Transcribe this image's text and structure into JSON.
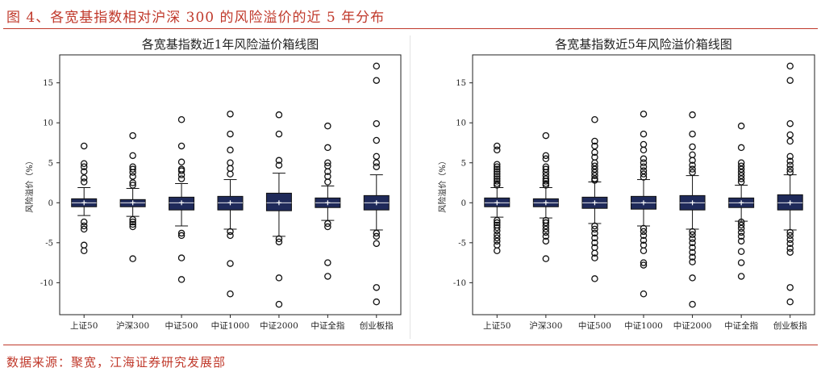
{
  "figure_title": "图 4、各宽基指数相对沪深 300 的风险溢价的近 5 年分布",
  "source": "数据来源：聚宽，江海证券研究发展部",
  "colors": {
    "box_fill": "#1f2a5a",
    "accent": "#c0392b"
  },
  "chart_data": [
    {
      "type": "box",
      "title": "各宽基指数近1年风险溢价箱线图",
      "ylabel": "风险溢价（%）",
      "xlabel": "",
      "ylim": [
        -14,
        18.5
      ],
      "yticks": [
        -10,
        -5,
        0,
        5,
        10,
        15
      ],
      "categories": [
        "上证50",
        "沪深300",
        "中证500",
        "中证1000",
        "中证2000",
        "中证全指",
        "创业板指"
      ],
      "boxes": [
        {
          "whislo": -1.6,
          "q1": -0.5,
          "med": 0.0,
          "q3": 0.5,
          "whishi": 1.9,
          "mean": 0.0,
          "fliers": [
            7.1,
            4.9,
            4.5,
            3.9,
            3.1,
            2.6,
            -2.4,
            -2.9,
            -3.3,
            -5.3,
            -6.0
          ]
        },
        {
          "whislo": -1.7,
          "q1": -0.5,
          "med": 0.0,
          "q3": 0.4,
          "whishi": 1.8,
          "mean": 0.0,
          "fliers": [
            8.4,
            5.9,
            4.5,
            4.2,
            3.8,
            3.3,
            2.5,
            2.2,
            -2.1,
            -2.4,
            -2.7,
            -3.0,
            -7.0
          ]
        },
        {
          "whislo": -2.9,
          "q1": -0.9,
          "med": 0.0,
          "q3": 0.7,
          "whishi": 2.4,
          "mean": 0.0,
          "fliers": [
            10.4,
            7.1,
            5.1,
            4.2,
            4.0,
            3.5,
            3.0,
            -3.8,
            -4.1,
            -6.9,
            -9.6
          ]
        },
        {
          "whislo": -3.3,
          "q1": -0.9,
          "med": 0.0,
          "q3": 0.8,
          "whishi": 2.9,
          "mean": 0.0,
          "fliers": [
            11.1,
            8.6,
            6.6,
            5.0,
            4.3,
            3.6,
            -3.6,
            -4.1,
            -7.6,
            -11.4
          ]
        },
        {
          "whislo": -4.2,
          "q1": -1.0,
          "med": 0.0,
          "q3": 1.2,
          "whishi": 3.7,
          "mean": 0.0,
          "fliers": [
            11.0,
            8.6,
            5.3,
            4.7,
            -4.5,
            -4.9,
            -9.4,
            -12.7
          ]
        },
        {
          "whislo": -2.2,
          "q1": -0.6,
          "med": 0.0,
          "q3": 0.6,
          "whishi": 2.1,
          "mean": 0.0,
          "fliers": [
            9.6,
            6.9,
            5.0,
            4.6,
            3.9,
            3.3,
            2.6,
            -2.6,
            -3.0,
            -7.5,
            -9.2
          ]
        },
        {
          "whislo": -3.4,
          "q1": -0.9,
          "med": 0.0,
          "q3": 0.9,
          "whishi": 3.5,
          "mean": 0.0,
          "fliers": [
            17.1,
            15.3,
            9.9,
            7.8,
            5.8,
            5.0,
            4.5,
            -3.8,
            -4.2,
            -5.1,
            -10.6,
            -12.4
          ]
        }
      ]
    },
    {
      "type": "box",
      "title": "各宽基指数近5年风险溢价箱线图",
      "ylabel": "风险溢价（%）",
      "xlabel": "",
      "ylim": [
        -14,
        18.5
      ],
      "yticks": [
        -10,
        -5,
        0,
        5,
        10,
        15
      ],
      "categories": [
        "上证50",
        "沪深300",
        "中证500",
        "中证1000",
        "中证2000",
        "中证全指",
        "创业板指"
      ],
      "boxes": [
        {
          "whislo": -1.8,
          "q1": -0.5,
          "med": 0.0,
          "q3": 0.6,
          "whishi": 1.9,
          "mean": 0.0,
          "fliers": [
            7.1,
            6.6,
            4.8,
            4.5,
            4.2,
            3.9,
            3.6,
            3.3,
            3.0,
            2.7,
            2.4,
            2.2,
            -2.2,
            -2.5,
            -2.8,
            -3.1,
            -3.5,
            -4.0,
            -4.4,
            -4.8,
            -5.3,
            -6.0
          ]
        },
        {
          "whislo": -1.9,
          "q1": -0.5,
          "med": 0.0,
          "q3": 0.5,
          "whishi": 1.9,
          "mean": 0.0,
          "fliers": [
            8.4,
            5.9,
            5.5,
            4.5,
            4.2,
            3.8,
            3.4,
            3.0,
            2.7,
            2.4,
            2.2,
            -2.2,
            -2.5,
            -2.9,
            -3.3,
            -3.7,
            -4.2,
            -4.8,
            -7.0
          ]
        },
        {
          "whislo": -2.6,
          "q1": -0.7,
          "med": 0.0,
          "q3": 0.7,
          "whishi": 2.6,
          "mean": 0.0,
          "fliers": [
            10.4,
            7.7,
            7.1,
            6.3,
            5.7,
            5.0,
            4.6,
            4.2,
            3.8,
            3.4,
            3.0,
            2.8,
            -2.9,
            -3.3,
            -3.8,
            -4.4,
            -5.0,
            -5.6,
            -6.3,
            -6.9,
            -9.5
          ]
        },
        {
          "whislo": -2.9,
          "q1": -0.8,
          "med": 0.0,
          "q3": 0.8,
          "whishi": 2.9,
          "mean": 0.0,
          "fliers": [
            11.1,
            8.6,
            7.3,
            6.6,
            5.5,
            5.0,
            4.5,
            4.0,
            3.6,
            3.2,
            -3.2,
            -3.6,
            -4.1,
            -4.7,
            -5.3,
            -6.0,
            -7.5,
            -7.8,
            -11.4
          ]
        },
        {
          "whislo": -3.3,
          "q1": -0.9,
          "med": 0.0,
          "q3": 0.9,
          "whishi": 3.4,
          "mean": 0.0,
          "fliers": [
            11.0,
            8.6,
            7.0,
            6.0,
            5.3,
            4.7,
            4.2,
            3.8,
            -3.6,
            -4.0,
            -4.5,
            -5.0,
            -5.6,
            -6.2,
            -6.8,
            -7.4,
            -9.4,
            -12.7
          ]
        },
        {
          "whislo": -2.3,
          "q1": -0.6,
          "med": 0.0,
          "q3": 0.6,
          "whishi": 2.2,
          "mean": 0.0,
          "fliers": [
            9.6,
            6.9,
            5.0,
            4.6,
            4.2,
            3.8,
            3.4,
            3.0,
            2.6,
            -2.4,
            -2.8,
            -3.2,
            -3.7,
            -4.2,
            -4.8,
            -6.1,
            -7.5,
            -9.2
          ]
        },
        {
          "whislo": -3.4,
          "q1": -0.9,
          "med": 0.0,
          "q3": 1.0,
          "whishi": 3.5,
          "mean": 0.0,
          "fliers": [
            17.1,
            15.3,
            9.9,
            8.5,
            7.7,
            5.8,
            5.2,
            4.7,
            4.2,
            3.8,
            -3.7,
            -4.1,
            -4.6,
            -5.1,
            -5.7,
            -6.2,
            -10.6,
            -12.4
          ]
        }
      ]
    }
  ]
}
